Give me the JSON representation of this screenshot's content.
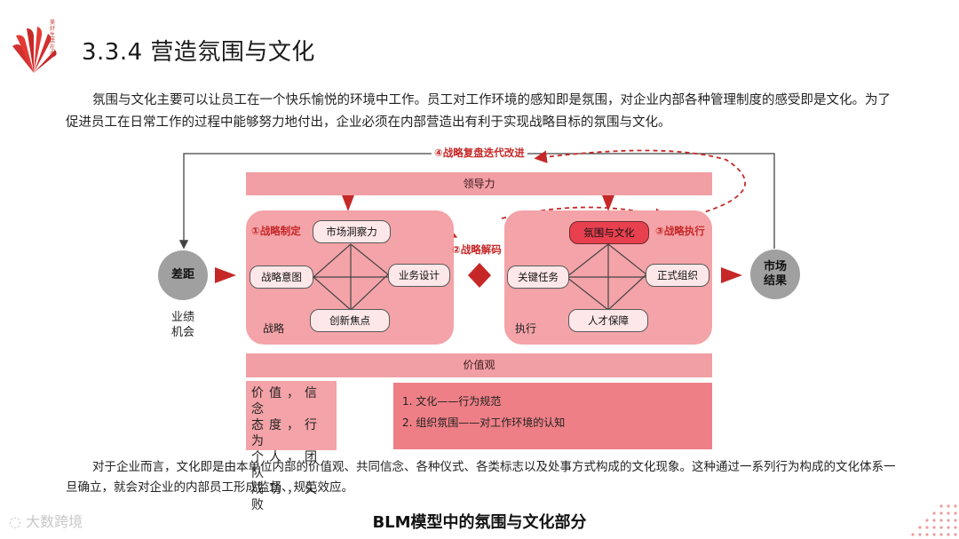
{
  "header": {
    "logo_text": "美 好 生 活 在 此",
    "title": "3.3.4 营造氛围与文化"
  },
  "intro": "氛围与文化主要可以让员工在一个快乐愉悦的环境中工作。员工对工作环境的感知即是氛围，对企业内部各种管理制度的感受即是文化。为了促进员工在日常工作的过程中能够努力地付出，企业必须在内部营造出有利于实现战略目标的氛围与文化。",
  "diagram": {
    "leadership": "领导力",
    "values": "价值观",
    "gap": "差距",
    "gap_note": [
      "业绩",
      "机会"
    ],
    "market_result": [
      "市场",
      "结果"
    ],
    "step1": "①战略制定",
    "step2": "②战略解码",
    "step3": "③战略执行",
    "step4": "④战略复盘迭代改进",
    "strategy_panel": {
      "label": "战略",
      "top": "市场洞察力",
      "left": "战略意图",
      "right": "业务设计",
      "bottom": "创新焦点"
    },
    "execution_panel": {
      "label": "执行",
      "top": "氛围与文化",
      "left": "关键任务",
      "right": "正式组织",
      "bottom": "人才保障"
    },
    "values_text": [
      "价值，信念",
      "态度，行为",
      "个人，团队",
      "成功，失败"
    ],
    "list_items": [
      "1.  文化——行为规范",
      "2.  组织氛围——对工作环境的认知"
    ]
  },
  "outro": "对于企业而言，文化即是由本单位内部的价值观、共同信念、各种仪式、各类标志以及处事方式构成的文化现象。这种通过一系列行为构成的文化体系一旦确立，就会对企业的内部员工形成监督、规范效应。",
  "caption": "BLM模型中的氛围与文化部分",
  "watermark": "大数跨境",
  "colors": {
    "accent": "#c62828",
    "panel": "#f4a3a8",
    "highlight": "#e8404f"
  }
}
